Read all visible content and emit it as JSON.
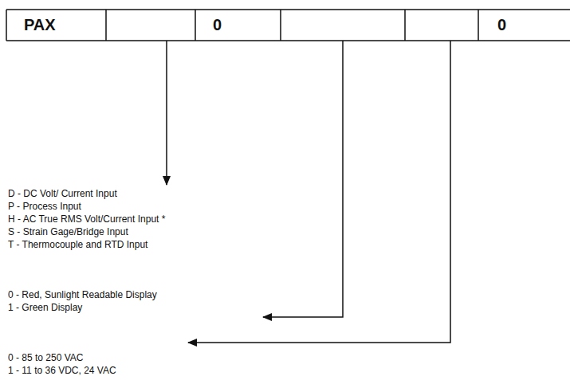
{
  "diagram": {
    "nodes": [
      {
        "text": [
          "PAX"
        ]
      },
      {
        "text": [
          "0"
        ]
      },
      {
        "text": [
          "0"
        ]
      }
    ],
    "labels": [
      "D - DC Volt/ Current Input",
      "P - Process Input",
      "H - AC True RMS Volt/Current Input *",
      "S - Strain Gage/Bridge Input",
      "T - Thermocouple and RTD Input",
      "0 - Red, Sunlight Readable Display",
      "1 - Green Display",
      "0 - 85 to 250 VAC",
      "1 - 11 to 36 VDC, 24 VAC"
    ]
  }
}
